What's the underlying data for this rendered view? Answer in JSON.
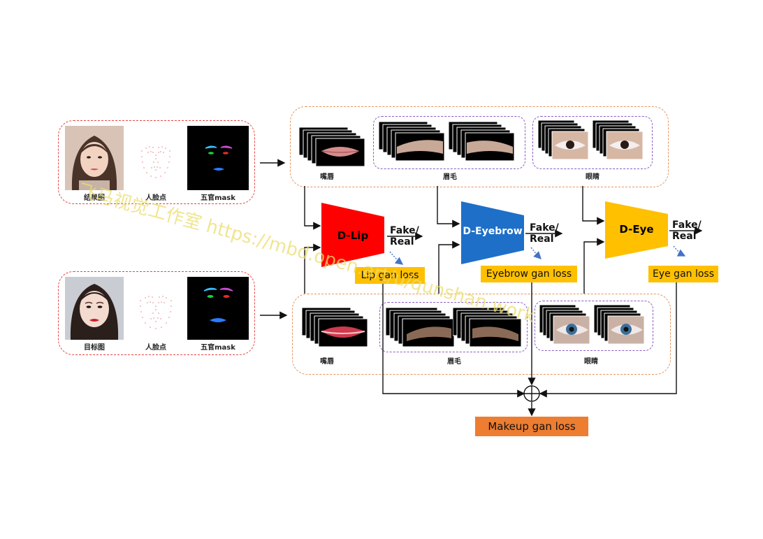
{
  "input_panels": {
    "result": {
      "photo_label": "结果图",
      "landmark_label": "人脸点",
      "mask_label": "五官mask"
    },
    "target": {
      "photo_label": "目标图",
      "landmark_label": "人脸点",
      "mask_label": "五官mask"
    }
  },
  "crop_groups": {
    "top": {
      "lip_label": "嘴唇",
      "eyebrow_label": "眉毛",
      "eye_label": "眼睛"
    },
    "bottom": {
      "lip_label": "嘴唇",
      "eyebrow_label": "眉毛",
      "eye_label": "眼睛"
    }
  },
  "discriminators": [
    {
      "label": "D-Lip",
      "color": "#ff0000",
      "output": "Fake/\nReal",
      "loss": "Lip gan loss"
    },
    {
      "label": "D-Eyebrow",
      "color": "#1e6fc8",
      "output": "Fake/\nReal",
      "loss": "Eyebrow gan loss"
    },
    {
      "label": "D-Eye",
      "color": "#ffc000",
      "output": "Fake/\nReal",
      "loss": "Eye gan loss"
    }
  ],
  "loss_colors": {
    "component_loss": "#ffc000",
    "total_loss": "#ed7d31"
  },
  "total_loss": "Makeup gan loss",
  "watermark": "飞马视觉工作室 https://mbd.open.art/u/qunshan.work"
}
